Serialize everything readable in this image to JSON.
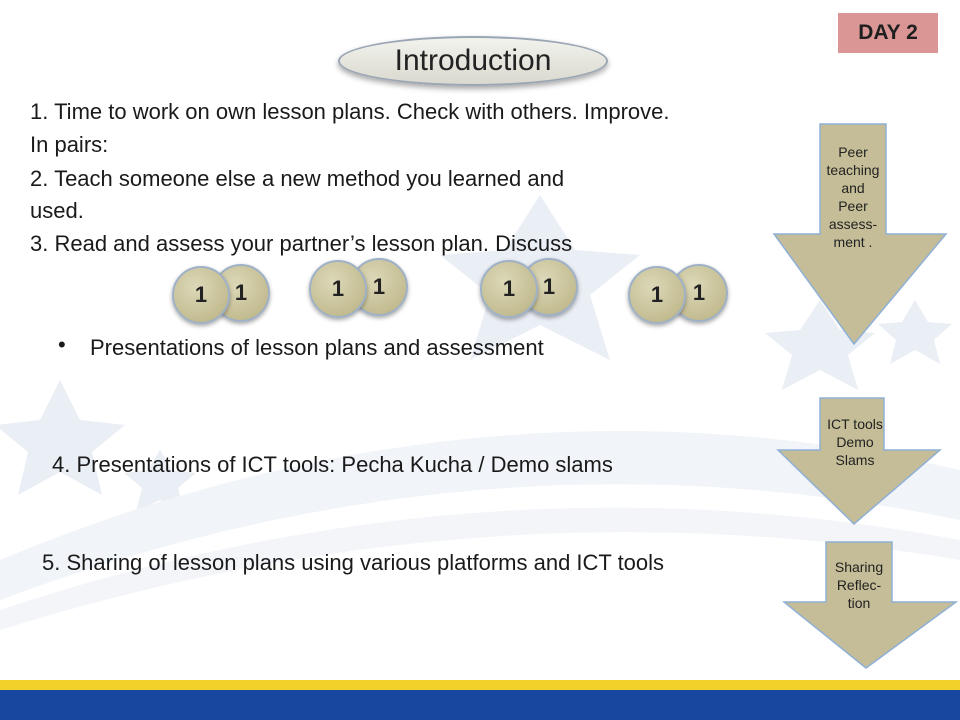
{
  "header": {
    "title": "Introduction",
    "day_badge": "DAY 2"
  },
  "body": {
    "line1": "1. Time to work on own lesson plans. Check with others. Improve.",
    "line2": "In pairs:",
    "line3": "2. Teach someone else a new method you learned and",
    "line4": "used.",
    "line5": "3. Read and assess your partner’s lesson plan. Discuss",
    "bullet": "Presentations of lesson plans and assessment",
    "item4": "4.  Presentations of ICT tools: Pecha Kucha / Demo slams",
    "item5": "5. Sharing of lesson plans using various platforms and ICT tools"
  },
  "pairs": [
    {
      "front": "1",
      "back": "1"
    },
    {
      "front": "1",
      "back": "1"
    },
    {
      "front": "1",
      "back": "1"
    },
    {
      "front": "1",
      "back": "1"
    }
  ],
  "arrows": [
    {
      "lines": [
        "Peer",
        "teaching",
        "and",
        "Peer",
        "assess-",
        "ment ."
      ]
    },
    {
      "lines": [
        "ICT tools",
        "Demo",
        "Slams"
      ]
    },
    {
      "lines": [
        "Sharing",
        "Reflec-",
        "tion"
      ]
    }
  ],
  "colors": {
    "badge": "#d99694",
    "arrow_fill": "#c4bd97",
    "footer_blue": "#17479e",
    "footer_yellow": "#f2d12a"
  }
}
